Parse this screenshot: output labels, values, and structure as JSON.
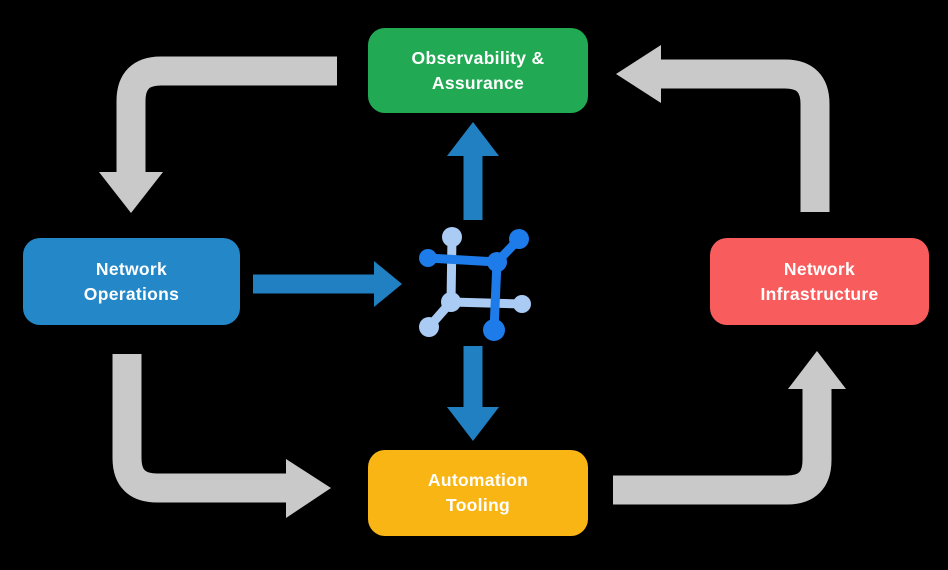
{
  "diagram": {
    "nodes": [
      {
        "id": "observability-assurance",
        "label": "Observability &\nAssurance",
        "color": "#22A953"
      },
      {
        "id": "network-operations",
        "label": "Network\nOperations",
        "color": "#2387C8"
      },
      {
        "id": "network-infrastructure",
        "label": "Network\nInfrastructure",
        "color": "#F95C5C"
      },
      {
        "id": "automation-tooling",
        "label": "Automation\nTooling",
        "color": "#F8B513"
      }
    ],
    "center_icon": "network-fabric-icon",
    "flows": [
      {
        "from": "observability-assurance",
        "to": "network-operations",
        "style": "gray-cycle"
      },
      {
        "from": "network-operations",
        "to": "automation-tooling",
        "style": "gray-cycle"
      },
      {
        "from": "automation-tooling",
        "to": "network-infrastructure",
        "style": "gray-cycle"
      },
      {
        "from": "network-infrastructure",
        "to": "observability-assurance",
        "style": "gray-cycle"
      },
      {
        "from": "network-operations",
        "to": "network-fabric-icon",
        "style": "blue"
      },
      {
        "from": "network-fabric-icon",
        "to": "observability-assurance",
        "style": "blue"
      },
      {
        "from": "network-fabric-icon",
        "to": "automation-tooling",
        "style": "blue"
      }
    ]
  },
  "colors": {
    "background": "#000000",
    "text": "#FFFFFF",
    "arrow_gray": "#C9C9C9",
    "arrow_blue": "#2180C2",
    "icon_blue": "#1E7CEA",
    "icon_light_blue": "#A9CBF4"
  }
}
